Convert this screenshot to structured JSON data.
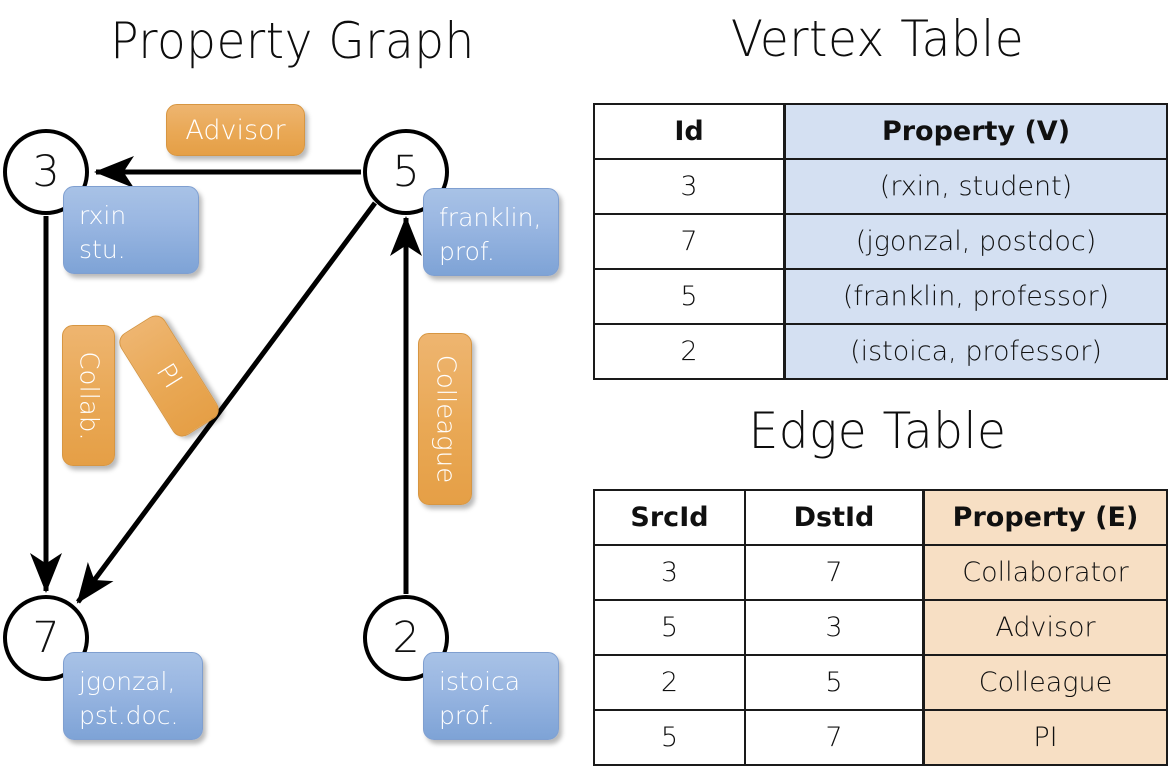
{
  "titles": {
    "property_graph": "Property Graph",
    "vertex_table": "Vertex Table",
    "edge_table": "Edge Table"
  },
  "colors": {
    "node_fill": "#ffffff",
    "node_stroke": "#000000",
    "vertex_property_fill": "#d4e0f2",
    "edge_property_fill": "#f7dfc4",
    "blue_callout": "#9ab7e2",
    "orange_callout": "#e9a855",
    "background": "#ffffff"
  },
  "graph": {
    "nodes": [
      {
        "id": "3",
        "label": "3",
        "property_line1": "rxin",
        "property_line2": "stu."
      },
      {
        "id": "5",
        "label": "5",
        "property_line1": "franklin,",
        "property_line2": "prof."
      },
      {
        "id": "7",
        "label": "7",
        "property_line1": "jgonzal,",
        "property_line2": "pst.doc."
      },
      {
        "id": "2",
        "label": "2",
        "property_line1": "istoica",
        "property_line2": "prof."
      }
    ],
    "edge_labels": [
      {
        "key": "advisor",
        "text": "Advisor",
        "orientation": "horizontal"
      },
      {
        "key": "collab",
        "text": "Collab.",
        "orientation": "vertical"
      },
      {
        "key": "pi",
        "text": "PI",
        "orientation": "diagonal"
      },
      {
        "key": "colleague",
        "text": "Colleague",
        "orientation": "vertical"
      }
    ],
    "edges": [
      {
        "src": "5",
        "dst": "3",
        "label": "Advisor"
      },
      {
        "src": "3",
        "dst": "7",
        "label": "Collab."
      },
      {
        "src": "5",
        "dst": "7",
        "label": "PI"
      },
      {
        "src": "2",
        "dst": "5",
        "label": "Colleague"
      }
    ]
  },
  "vertex_table": {
    "headers": [
      "Id",
      "Property (V)"
    ],
    "rows": [
      {
        "id": "3",
        "property": "(rxin, student)"
      },
      {
        "id": "7",
        "property": "(jgonzal, postdoc)"
      },
      {
        "id": "5",
        "property": "(franklin, professor)"
      },
      {
        "id": "2",
        "property": "(istoica, professor)"
      }
    ]
  },
  "edge_table": {
    "headers": [
      "SrcId",
      "DstId",
      "Property (E)"
    ],
    "rows": [
      {
        "src": "3",
        "dst": "7",
        "property": "Collaborator"
      },
      {
        "src": "5",
        "dst": "3",
        "property": "Advisor"
      },
      {
        "src": "2",
        "dst": "5",
        "property": "Colleague"
      },
      {
        "src": "5",
        "dst": "7",
        "property": "PI"
      }
    ]
  }
}
